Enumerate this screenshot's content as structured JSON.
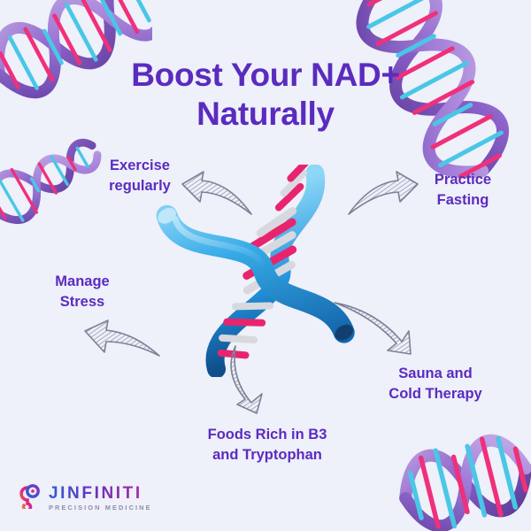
{
  "page": {
    "background_color": "#eef0fa",
    "accent_purple": "#5b2bbf"
  },
  "title": {
    "line1": "Boost Your NAD+",
    "line2": "Naturally"
  },
  "labels": {
    "exercise": "Exercise\nregularly",
    "fasting": "Practice\nFasting",
    "stress": "Manage\nStress",
    "sauna": "Sauna and\nCold Therapy",
    "foods": "Foods Rich in B3\nand Tryptophan"
  },
  "logo": {
    "name": "JINFINITI",
    "tagline": "PRECISION MEDICINE",
    "mark_color_pink": "#e5267f",
    "mark_color_purple": "#7b34c4"
  },
  "graphics": {
    "center_helix": "dna-double-helix-3d",
    "center_helix_backbone_color": "#2196e0",
    "center_helix_rung_pink": "#e8246e",
    "center_helix_rung_grey": "#d7d9de",
    "decor_helix_ribbon_color": "#8a5fc8",
    "decor_helix_rung_pink": "#f0307a",
    "decor_helix_rung_cyan": "#49c7e6",
    "arrow_style": "hand-drawn-sketch-arrow",
    "arrow_color": "#8f93a6"
  }
}
